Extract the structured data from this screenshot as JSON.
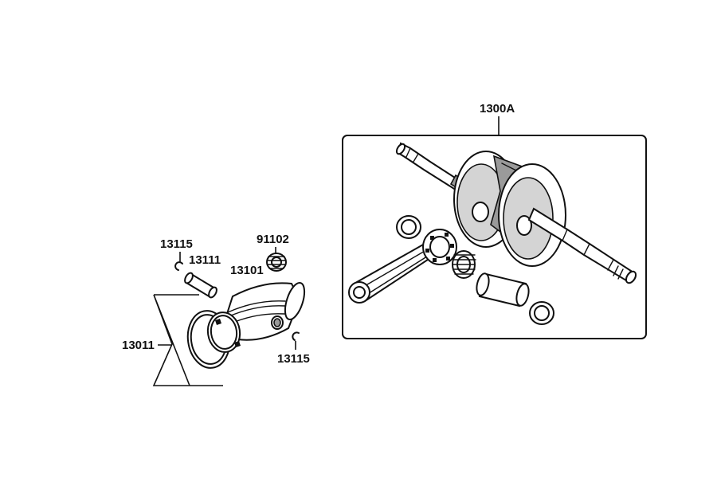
{
  "parts": {
    "assembly": "1300A",
    "circlip_top": "13115",
    "piston_pin": "13111",
    "needle_bearing": "91102",
    "piston": "13101",
    "ring_set": "13011",
    "circlip_bottom": "13115"
  }
}
